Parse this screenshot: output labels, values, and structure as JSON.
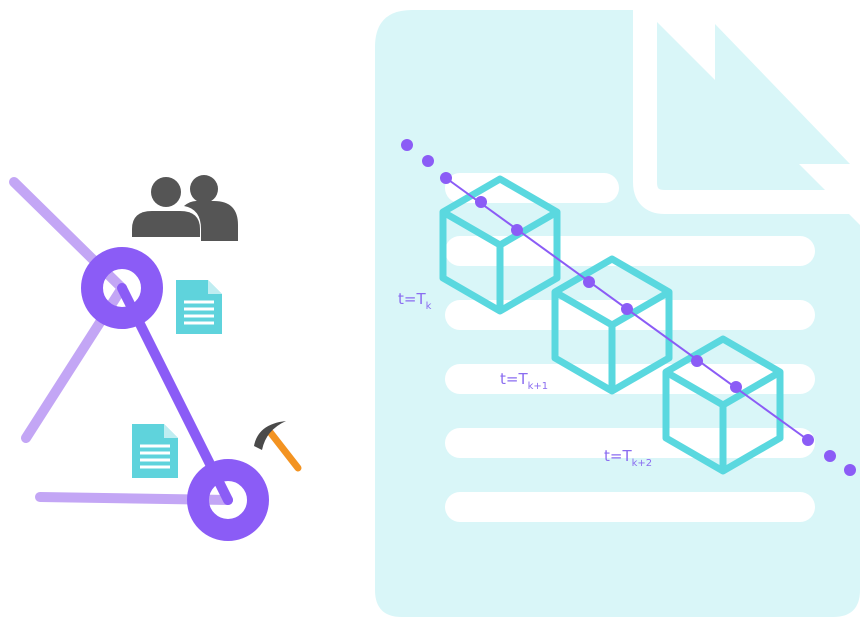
{
  "colors": {
    "document_bg": "#d9f6f8",
    "document_lines": "#ffffff",
    "cube_stroke": "#5ad8df",
    "chain_purple": "#8b5cf6",
    "edge_light_purple": "#c3a6f5",
    "node_purple": "#8b5cf6",
    "users_gray": "#555555",
    "file_icon": "#5fd3dc",
    "pickaxe_handle": "#f39321",
    "pickaxe_head": "#4a4a4a",
    "label_purple": "#8a6cf0"
  },
  "icons": [
    "users-icon",
    "file-icon",
    "file-icon",
    "pickaxe-icon",
    "document-icon",
    "block-cube-icon"
  ],
  "timestamps": [
    {
      "main": "t=T",
      "sub": "k"
    },
    {
      "main": "t=T",
      "sub": "k+1"
    },
    {
      "main": "t=T",
      "sub": "k+2"
    }
  ]
}
